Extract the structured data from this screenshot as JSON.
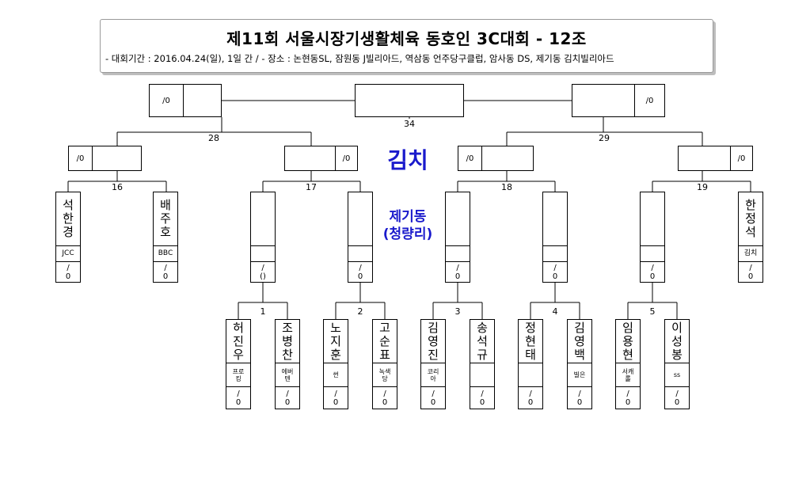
{
  "header": {
    "title": "제11회 서울시장기생활체육 동호인 3C대회 - 12조",
    "subtitle": "- 대회기간 : 2016.04.24(일), 1일 간 / - 장소 : 논현동SL, 잠원동 J빌리아드, 역삼동 언주당구클럽, 암사동 DS, 제기동 김치빌리아드"
  },
  "venue": {
    "name": "김치",
    "district": "제기동",
    "area": "(청량리)"
  },
  "match_numbers": [
    "1",
    "2",
    "3",
    "4",
    "5",
    "16",
    "17",
    "18",
    "19",
    "28",
    "29",
    "34"
  ],
  "players": [
    {
      "name": "석한경",
      "club": "JCC",
      "score": "/0"
    },
    {
      "name": "배주호",
      "club": "BBC",
      "score": "/0"
    },
    {
      "name": "한정석",
      "club": "김치",
      "score": "/0"
    },
    {
      "name": "허진우",
      "club": "프로킹",
      "score": "/0"
    },
    {
      "name": "조병찬",
      "club": "에버텐",
      "score": "/0"
    },
    {
      "name": "노지훈",
      "club": "썬",
      "score": "/0"
    },
    {
      "name": "고순표",
      "club": "녹색당",
      "score": "/0"
    },
    {
      "name": "김영진",
      "club": "코리아",
      "score": "/0"
    },
    {
      "name": "송석규",
      "club": "",
      "score": "/0"
    },
    {
      "name": "정현태",
      "club": "",
      "score": "/0"
    },
    {
      "name": "김영백",
      "club": "빌은",
      "score": "/0"
    },
    {
      "name": "임용현",
      "club": "서캐롤",
      "score": "/0"
    },
    {
      "name": "이성봉",
      "club": "ss",
      "score": "/0"
    }
  ],
  "winner_slots": [
    {
      "score": "/0"
    },
    {
      "score": "/()"
    },
    {
      "score": "/0"
    },
    {
      "score": "/0"
    },
    {
      "score": "/0"
    },
    {
      "score": "/0"
    },
    {
      "score": "/0"
    },
    {
      "score": "/0"
    },
    {
      "score": "/0"
    },
    {
      "score": "/0"
    },
    {
      "score": "/0"
    },
    {
      "score": ""
    }
  ]
}
